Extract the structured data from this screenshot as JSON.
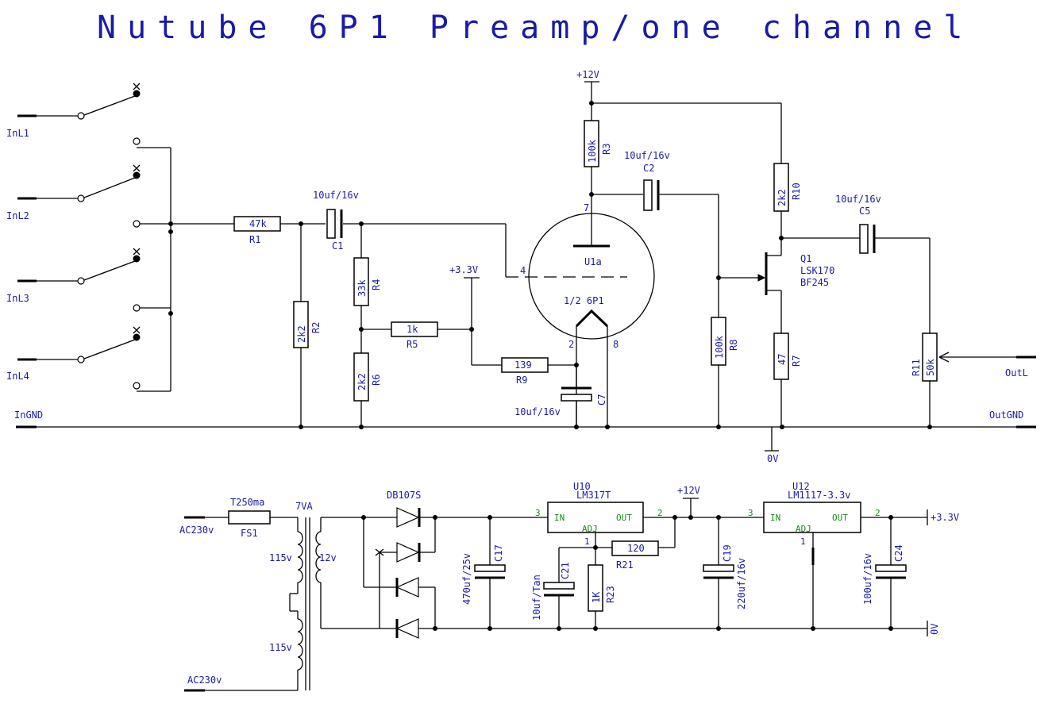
{
  "title": "Nutube 6P1 Preamp/one channel",
  "inputs": [
    "InL1",
    "InL2",
    "InL3",
    "InL4"
  ],
  "ground_labels": {
    "in": "InGND",
    "out": "OutGND",
    "zero": "0V",
    "supply_zero": "0V"
  },
  "output_label": "OutL",
  "rails": {
    "v12": "+12V",
    "v3_3": "+3.3V",
    "v12_reg": "+12V",
    "v3_3_reg": "+3.3V"
  },
  "resistors": {
    "R1": {
      "ref": "R1",
      "value": "47k"
    },
    "R2": {
      "ref": "R2",
      "value": "2k2"
    },
    "R3": {
      "ref": "R3",
      "value": "100k"
    },
    "R4": {
      "ref": "R4",
      "value": "33k"
    },
    "R5": {
      "ref": "R5",
      "value": "1k"
    },
    "R6": {
      "ref": "R6",
      "value": "2k2"
    },
    "R7": {
      "ref": "R7",
      "value": "47"
    },
    "R8": {
      "ref": "R8",
      "value": "100k"
    },
    "R9": {
      "ref": "R9",
      "value": "139"
    },
    "R10": {
      "ref": "R10",
      "value": "2k2"
    },
    "R11": {
      "ref": "R11",
      "value": "50k"
    },
    "R21": {
      "ref": "R21",
      "value": "120"
    },
    "R23": {
      "ref": "R23",
      "value": "1K"
    }
  },
  "capacitors": {
    "C1": {
      "ref": "C1",
      "value": "10uf/16v"
    },
    "C2": {
      "ref": "C2",
      "value": "10uf/16v"
    },
    "C5": {
      "ref": "C5",
      "value": "10uf/16v"
    },
    "C7": {
      "ref": "C7",
      "value": "10uf/16v"
    },
    "C17": {
      "ref": "C17",
      "value": "470uf/25v"
    },
    "C19": {
      "ref": "C19",
      "value": "220uf/16v"
    },
    "C21": {
      "ref": "C21",
      "value": "10uf/Tan"
    },
    "C24": {
      "ref": "C24",
      "value": "100uf/16v"
    }
  },
  "tube": {
    "ref": "U1a",
    "type": "1/2 6P1",
    "pins": {
      "p7": "7",
      "p4": "4",
      "p2": "2",
      "p8": "8"
    }
  },
  "transistor": {
    "ref": "Q1",
    "part1": "LSK170",
    "part2": "BF245"
  },
  "power": {
    "fuse": {
      "value": "T250ma",
      "ref": "FS1"
    },
    "transformer": {
      "rating": "7VA",
      "primary_top": "115v",
      "primary_bottom": "115v",
      "secondary": "12v"
    },
    "ac_labels": [
      "AC230v",
      "AC230v"
    ],
    "bridge": "DB107S",
    "u10": {
      "ref": "U10",
      "part": "LM317T",
      "in": "IN",
      "out": "OUT",
      "adj": "ADJ",
      "pin_in": "3",
      "pin_out": "2",
      "pin_adj": "1"
    },
    "u12": {
      "ref": "U12",
      "part": "LM1117-3.3v",
      "in": "IN",
      "out": "OUT",
      "adj": "ADJ",
      "pin_in": "3",
      "pin_out": "2",
      "pin_adj": "1"
    }
  },
  "colors": {
    "text": "#1a1aa8",
    "pin_text": "#1a8a1a",
    "wire": "#000000"
  }
}
